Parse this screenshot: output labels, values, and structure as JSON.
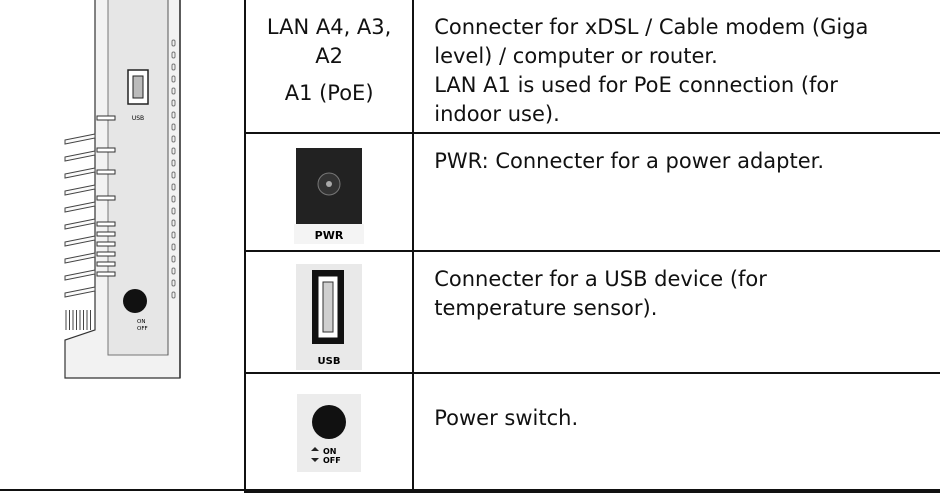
{
  "device": {
    "usb_label": "USB",
    "switch_on_label": "ON",
    "switch_off_label": "OFF"
  },
  "rows": [
    {
      "port_lines": [
        "LAN A4, A3,",
        "A2",
        "A1 (PoE)"
      ],
      "description": [
        "Connecter for xDSL / Cable modem (Giga",
        "level) / computer or router.",
        "LAN A1 is used for PoE connection (for",
        "indoor use)."
      ]
    },
    {
      "icon": "power-jack-icon",
      "icon_caption": "PWR",
      "description": [
        "PWR: Connecter for a power adapter."
      ]
    },
    {
      "icon": "usb-port-icon",
      "icon_caption": "USB",
      "description": [
        "Connecter for a USB device (for",
        "temperature sensor)."
      ]
    },
    {
      "icon": "power-switch-icon",
      "icon_caption_on": "ON",
      "icon_caption_off": "OFF",
      "description": [
        "Power switch."
      ]
    }
  ]
}
